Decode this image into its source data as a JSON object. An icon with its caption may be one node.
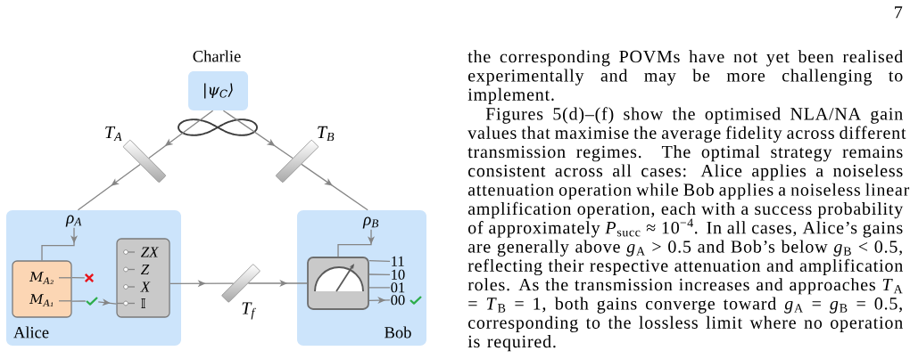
{
  "diagram": {
    "nodes": [
      {
        "text": [
          "Charlie",
          "|ψ$_{C}$⟩"
        ]
      },
      {
        "text": [],
        "shape": "bar",
        "beside": [
          "T$_{A}$"
        ]
      },
      {
        "text": [],
        "shape": "bar",
        "beside": [
          "T$_{B}$"
        ]
      },
      {
        "text": [
          "Alice"
        ]
      },
      {
        "text": [
          "ρ$_{A}$"
        ],
        "in": 3
      },
      {
        "text": [
          "M$_{A₂}$",
          "M$_{A₁}$"
        ],
        "in": 3
      },
      {
        "text": [],
        "shape": "cross",
        "in": 3
      },
      {
        "text": [],
        "shape": "check",
        "in": 3
      },
      {
        "text": [
          "ZX",
          "Z",
          "X",
          "𝕀"
        ],
        "in": 3
      },
      {
        "text": [],
        "shape": "bar",
        "beside": [
          "T$_{f}$"
        ]
      },
      {
        "text": [
          "Bob"
        ]
      },
      {
        "text": [
          "ρ$_{B}$"
        ],
        "in": 10
      },
      {
        "text": [],
        "shape": "picture",
        "in": 10
      },
      {
        "text": [
          "11"
        ],
        "in": 10
      },
      {
        "text": [
          "10"
        ],
        "in": 10
      },
      {
        "text": [
          "01"
        ],
        "in": 10
      },
      {
        "text": [
          "00"
        ],
        "in": 10
      }
    ],
    "edges": [
      {
        "from": 0,
        "to": 1,
        "arrow": "to"
      },
      {
        "from": 1,
        "to": 3,
        "arrow": "to"
      },
      {
        "from": 0,
        "to": 2,
        "arrow": "to"
      },
      {
        "from": 2,
        "to": 10,
        "arrow": "to"
      },
      {
        "from": 4,
        "to": 5,
        "arrow": "to"
      },
      {
        "from": 5,
        "to": 6,
        "arrow": "none"
      },
      {
        "from": 5,
        "to": 7,
        "arrow": "none"
      },
      {
        "from": 7,
        "to": 8,
        "arrow": "to"
      },
      {
        "from": 8,
        "to": 9,
        "arrow": "to"
      },
      {
        "from": 9,
        "to": 12,
        "arrow": "to"
      },
      {
        "from": 11,
        "to": 12,
        "arrow": "to"
      },
      {
        "from": 12,
        "to": 13,
        "arrow": "none"
      },
      {
        "from": 12,
        "to": 14,
        "arrow": "none"
      },
      {
        "from": 12,
        "to": 15,
        "arrow": "none"
      },
      {
        "from": 12,
        "to": 16,
        "arrow": "to"
      }
    ],
    "labels": [
      "7",
      "the corresponding POVMs have not yet been realised experimentally and may be more challenging to implement.",
      "Figures 5(d)–(f) show the optimised NLA/NA gain values that maximise the average fidelity across different transmission regimes. The optimal strategy remains consistent across all cases: Alice applies a noiseless attenuation operation while Bob applies a noiseless linear amplification operation, each with a success probability of approximately *P*$_{succ}$ ≈ 10$^{−4}$. In all cases, Alice’s gains are generally above *g*$_{A}$ > 0.5 and Bob’s below *g*$_{B}$ < 0.5, reflecting their respective attenuation and amplification roles. As the transmission increases and approaches *T*$_{A}$ = *T*$_{B}$ = 1, both gains converge toward *g*$_{A}$ = *g*$_{B}$ = 0.5, corresponding to the lossless limit where no operation is required."
    ]
  }
}
